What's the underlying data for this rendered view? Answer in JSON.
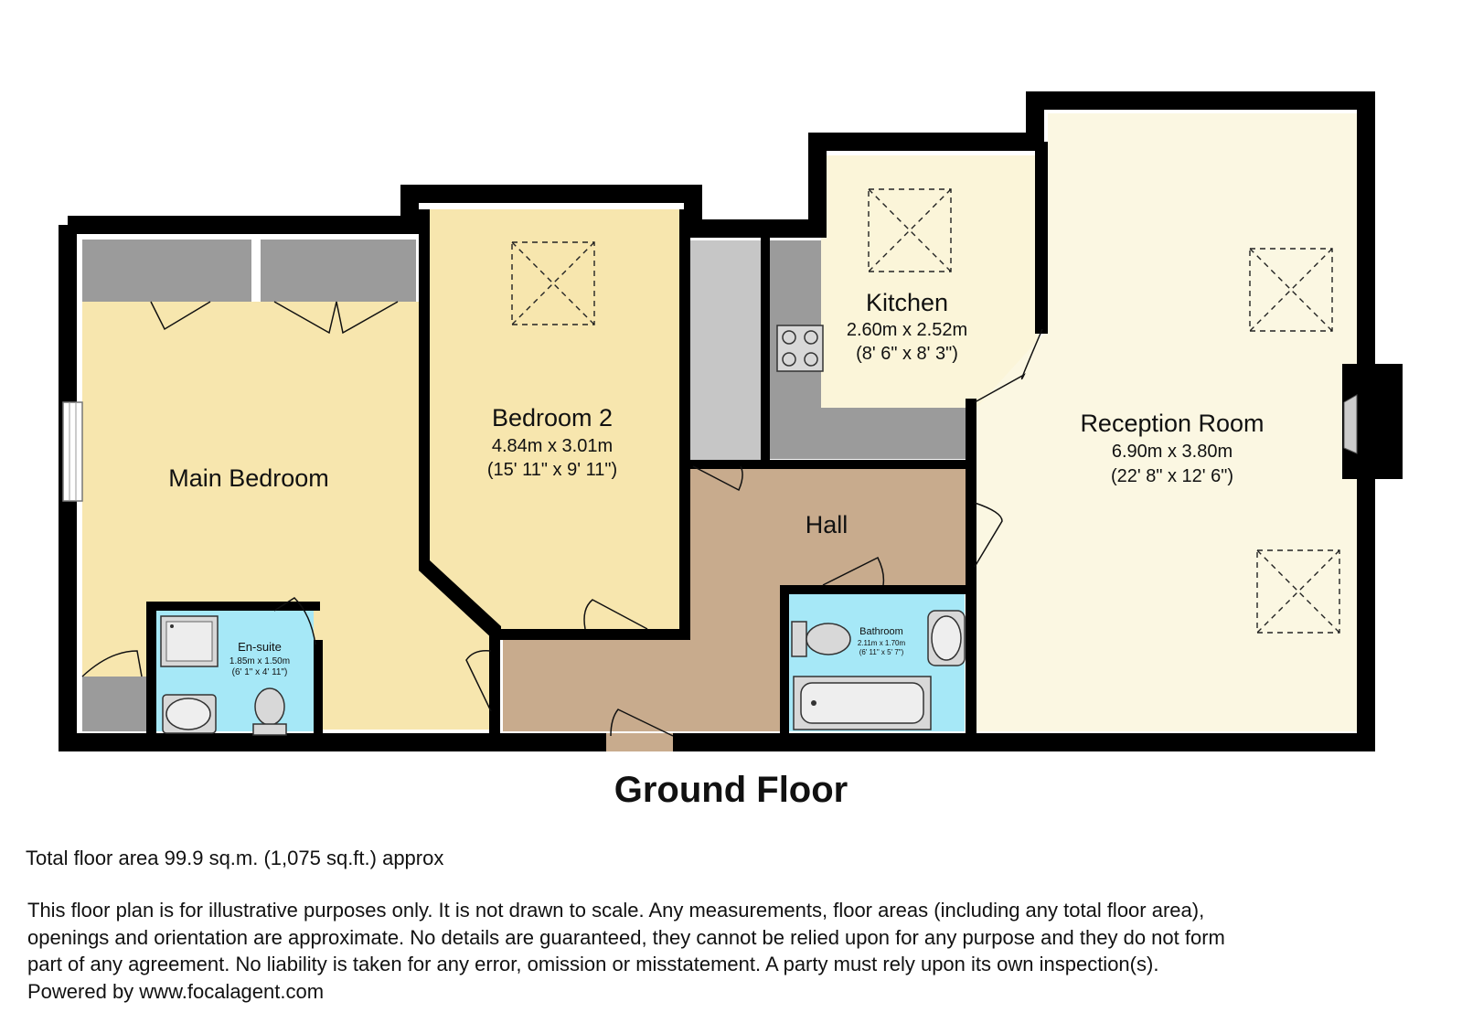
{
  "colors": {
    "wall": "#000000",
    "bedroom": "#f7e6ae",
    "kitchen": "#fbf5d9",
    "reception": "#fbf7e2",
    "hall": "#c8ab8d",
    "wet_room": "#a6e8f7",
    "wardrobe": "#9b9b9b",
    "cupboard": "#c6c6c6"
  },
  "rooms": {
    "main_bedroom": {
      "name": "Main Bedroom"
    },
    "bedroom2": {
      "name": "Bedroom 2",
      "metric": "4.84m x 3.01m",
      "imperial": "(15' 11\" x 9' 11\")"
    },
    "kitchen": {
      "name": "Kitchen",
      "metric": "2.60m x 2.52m",
      "imperial": "(8' 6\" x 8' 3\")"
    },
    "reception": {
      "name": "Reception Room",
      "metric": "6.90m x 3.80m",
      "imperial": "(22' 8\" x 12' 6\")"
    },
    "hall": {
      "name": "Hall"
    },
    "ensuite": {
      "name": "En-suite",
      "metric": "1.85m x 1.50m",
      "imperial": "(6' 1\" x 4' 11\")"
    },
    "bathroom": {
      "name": "Bathroom",
      "metric": "2.11m x 1.70m",
      "imperial": "(6' 11\" x 5' 7\")"
    }
  },
  "floor_title": "Ground Floor",
  "total_area": "Total floor area 99.9 sq.m. (1,075 sq.ft.) approx",
  "disclaimer_lines": [
    "This floor plan is for illustrative purposes only. It is not drawn to scale. Any measurements, floor areas (including any total floor area),",
    "openings and orientation are approximate. No details are guaranteed, they cannot be relied upon for any purpose and they do not form",
    "part of any agreement. No liability is taken for any error, omission or misstatement. A party must rely upon its own inspection(s).",
    "Powered by www.focalagent.com"
  ]
}
